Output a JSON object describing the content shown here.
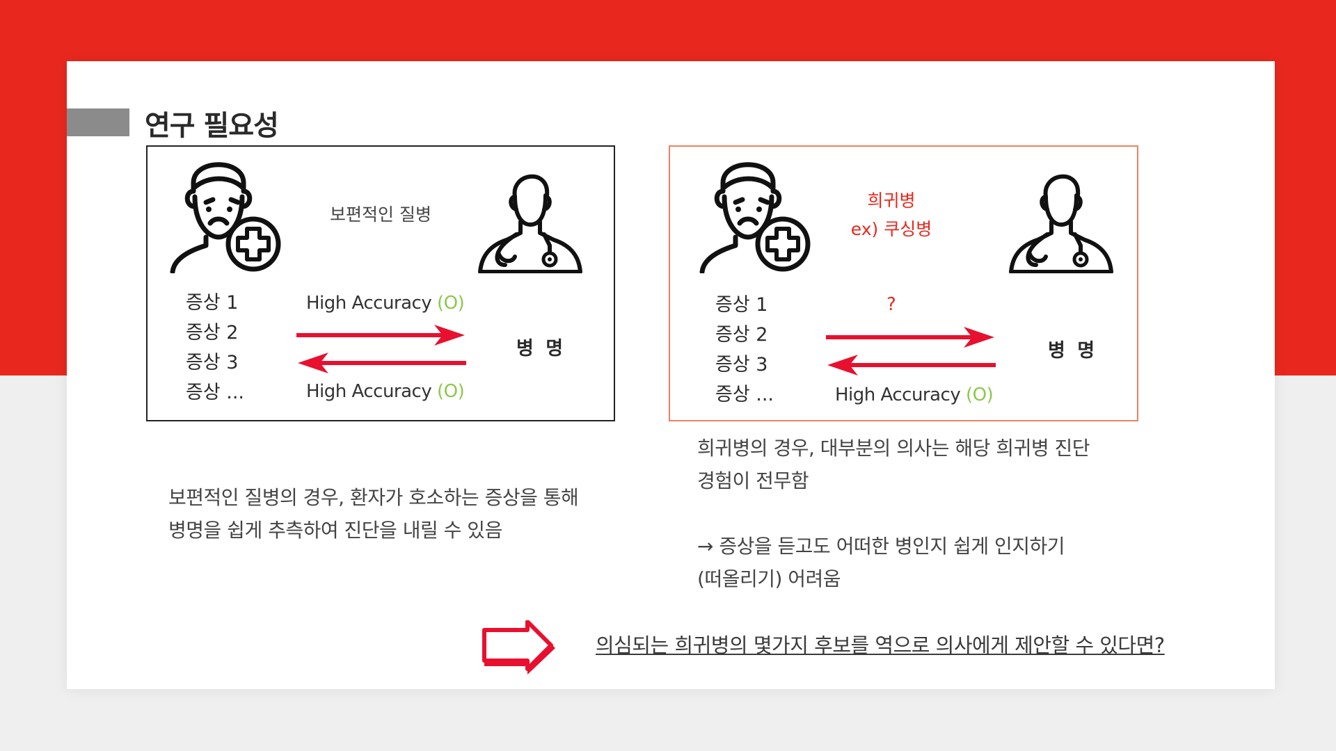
{
  "slide": {
    "title": "연구 필요성"
  },
  "left_panel": {
    "headline": "보편적인 질병",
    "symptoms": [
      "증상 1",
      "증상 2",
      "증상 3",
      "증상 ..."
    ],
    "accuracy_top": "High Accuracy ",
    "accuracy_top_mark": "(O)",
    "accuracy_bottom": "High Accuracy ",
    "accuracy_bottom_mark": "(O)",
    "disease_label": "병 명"
  },
  "right_panel": {
    "headline_line1": "희귀병",
    "headline_line2": "ex) 쿠싱병",
    "symptoms": [
      "증상 1",
      "증상 2",
      "증상 3",
      "증상 ..."
    ],
    "accuracy_top": "?",
    "accuracy_bottom": "High Accuracy ",
    "accuracy_bottom_mark": "(O)",
    "disease_label": "병 명"
  },
  "left_description": {
    "line1": "보편적인 질병의 경우, 환자가 호소하는 증상을 통해",
    "line2": "병명을 쉽게 추측하여 진단을 내릴 수 있음"
  },
  "right_description": {
    "line1": "희귀병의 경우, 대부분의 의사는 해당 희귀병 진단",
    "line2": "경험이 전무함",
    "line3": "→ 증상을 듣고도 어떠한 병인지 쉽게 인지하기",
    "line4": "(떠올리기) 어려움"
  },
  "call_to_action": "의심되는 희귀병의 몇가지 후보를 역으로 의사에게 제안할 수 있다면?",
  "colors": {
    "accent_red": "#e8281e",
    "accuracy_mark_green": "#8cc84b",
    "right_panel_border": "#f08060",
    "title_bar_gray": "#8b8b8b"
  },
  "icons": [
    "patient-icon",
    "medical-cross-icon",
    "doctor-icon",
    "arrow-right-icon",
    "arrow-left-icon",
    "big-arrow-icon"
  ]
}
